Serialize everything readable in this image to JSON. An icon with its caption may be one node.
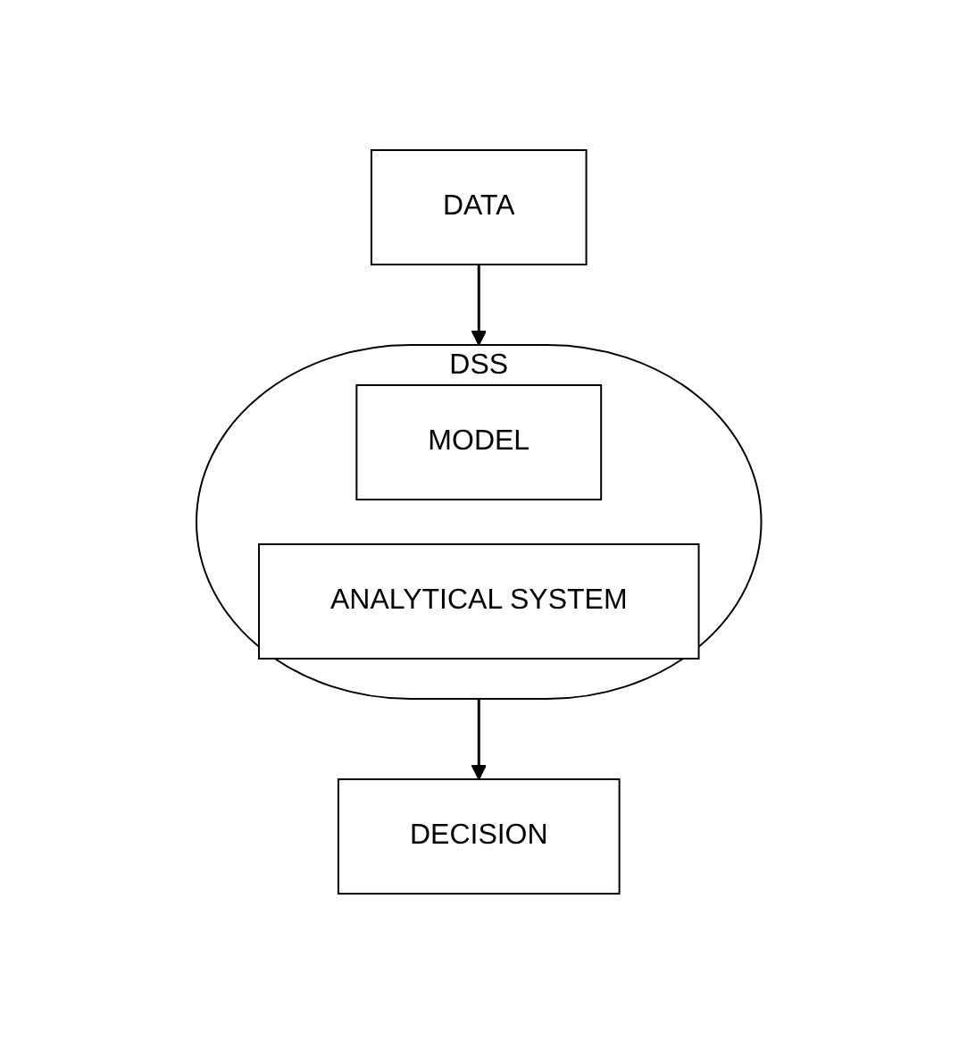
{
  "diagram": {
    "nodes": [
      {
        "text": [
          "DATA"
        ]
      },
      {
        "text": [
          "DSS"
        ]
      },
      {
        "text": [
          "MODEL"
        ],
        "in": 1
      },
      {
        "text": [
          "ANALYTICAL SYSTEM"
        ],
        "in": 1
      },
      {
        "text": [
          "DECISION"
        ]
      }
    ],
    "edges": [
      {
        "from": 0,
        "to": 1,
        "arrow": "to"
      },
      {
        "from": 1,
        "to": 4,
        "arrow": "to"
      }
    ]
  }
}
